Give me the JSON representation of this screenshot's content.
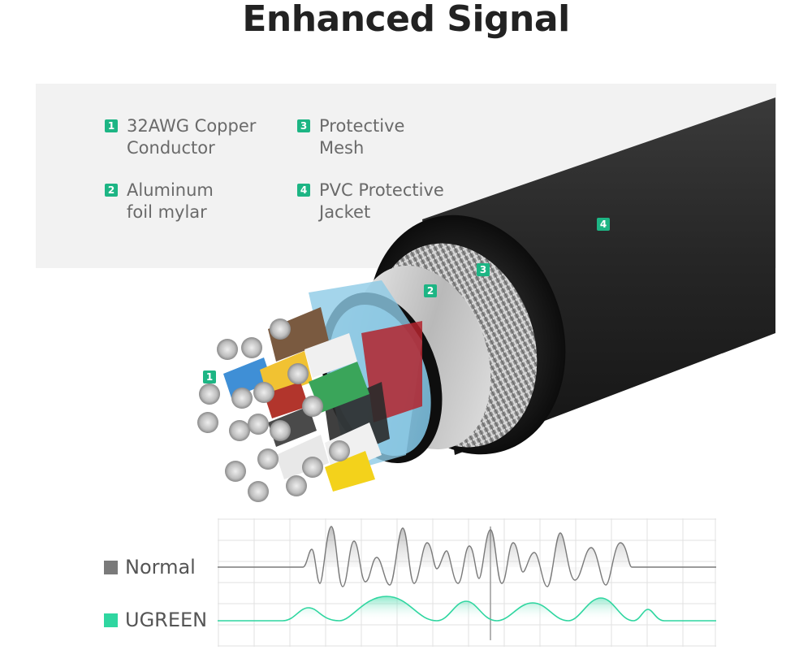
{
  "title": "Enhanced Signal",
  "legend": [
    {
      "num": "1",
      "text": "32AWG Copper\nConductor"
    },
    {
      "num": "2",
      "text": "Aluminum\nfoil mylar"
    },
    {
      "num": "3",
      "text": "Protective\nMesh"
    },
    {
      "num": "4",
      "text": "PVC Protective\nJacket"
    }
  ],
  "markers": [
    "1",
    "2",
    "3",
    "4"
  ],
  "signal": {
    "normal_label": "Normal",
    "ugreen_label": "UGREEN",
    "normal_color": "#7a7a7a",
    "ugreen_color": "#2fd6a0"
  },
  "colors": {
    "accent": "#1db584",
    "jacket": "#2b2b2b",
    "foil": "#c9c9c9",
    "wire_sleeve": "#9dd3ee"
  }
}
